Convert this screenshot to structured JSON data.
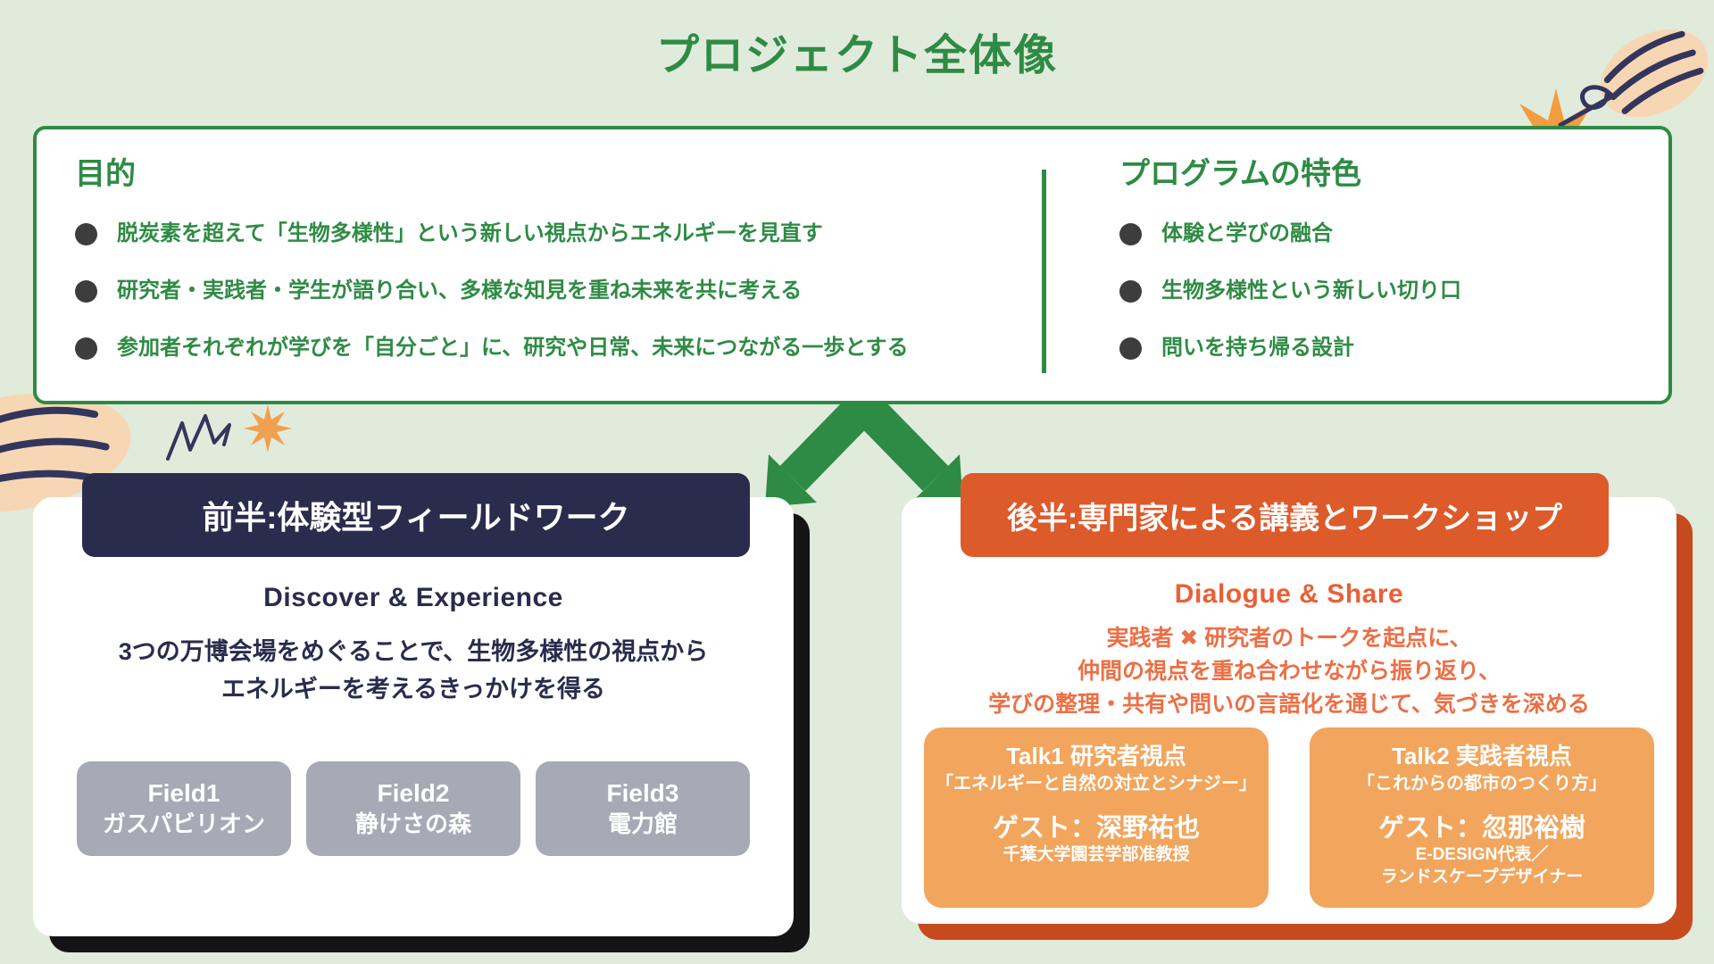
{
  "title": "プロジェクト全体像",
  "colors": {
    "background": "#e1ebdc",
    "green": "#2e8b44",
    "navy": "#2a2c4e",
    "orange_header": "#dd5a2a",
    "orange_text": "#ea5f35",
    "orange_box": "#f2a55c",
    "orange_shadow": "#c64a1e",
    "gray_box": "#a7a9b5",
    "black_shadow": "#141414",
    "bullet_dot": "#3d3d3d",
    "decoration_star": "#f0a050",
    "decoration_skin": "#f7d7b3"
  },
  "overview": {
    "purpose": {
      "heading": "目的",
      "bullets": [
        "脱炭素を超えて「生物多様性」という新しい視点からエネルギーを見直す",
        "研究者・実践者・学生が語り合い、多様な知見を重ね未来を共に考える",
        "参加者それぞれが学びを「自分ごと」に、研究や日常、未来につながる一歩とする"
      ]
    },
    "features": {
      "heading": "プログラムの特色",
      "bullets": [
        "体験と学びの融合",
        "生物多様性という新しい切り口",
        "問いを持ち帰る設計"
      ]
    }
  },
  "first_half": {
    "header": "前半:体験型フィールドワーク",
    "subtitle": "Discover & Experience",
    "description": [
      "3つの万博会場をめぐることで、生物多様性の視点から",
      "エネルギーを考えるきっかけを得る"
    ],
    "fields": [
      {
        "label": "Field1",
        "name": "ガスパビリオン"
      },
      {
        "label": "Field2",
        "name": "静けさの森"
      },
      {
        "label": "Field3",
        "name": "電力館"
      }
    ]
  },
  "second_half": {
    "header": "後半:専門家による講義とワークショップ",
    "subtitle": "Dialogue & Share",
    "description": [
      "実践者 ✖ 研究者のトークを起点に、",
      "仲間の視点を重ね合わせながら振り返り、",
      "学びの整理・共有や問いの言語化を通じて、気づきを深める"
    ],
    "talks": [
      {
        "title": "Talk1 研究者視点",
        "topic": "「エネルギーと自然の対立とシナジー」",
        "guest": "ゲスト：深野祐也",
        "affiliation": [
          "千葉大学園芸学部准教授"
        ]
      },
      {
        "title": "Talk2 実践者視点",
        "topic": "「これからの都市のつくり方」",
        "guest": "ゲスト：忽那裕樹",
        "affiliation": [
          "E-DESIGN代表／",
          "ランドスケープデザイナー"
        ]
      }
    ]
  }
}
